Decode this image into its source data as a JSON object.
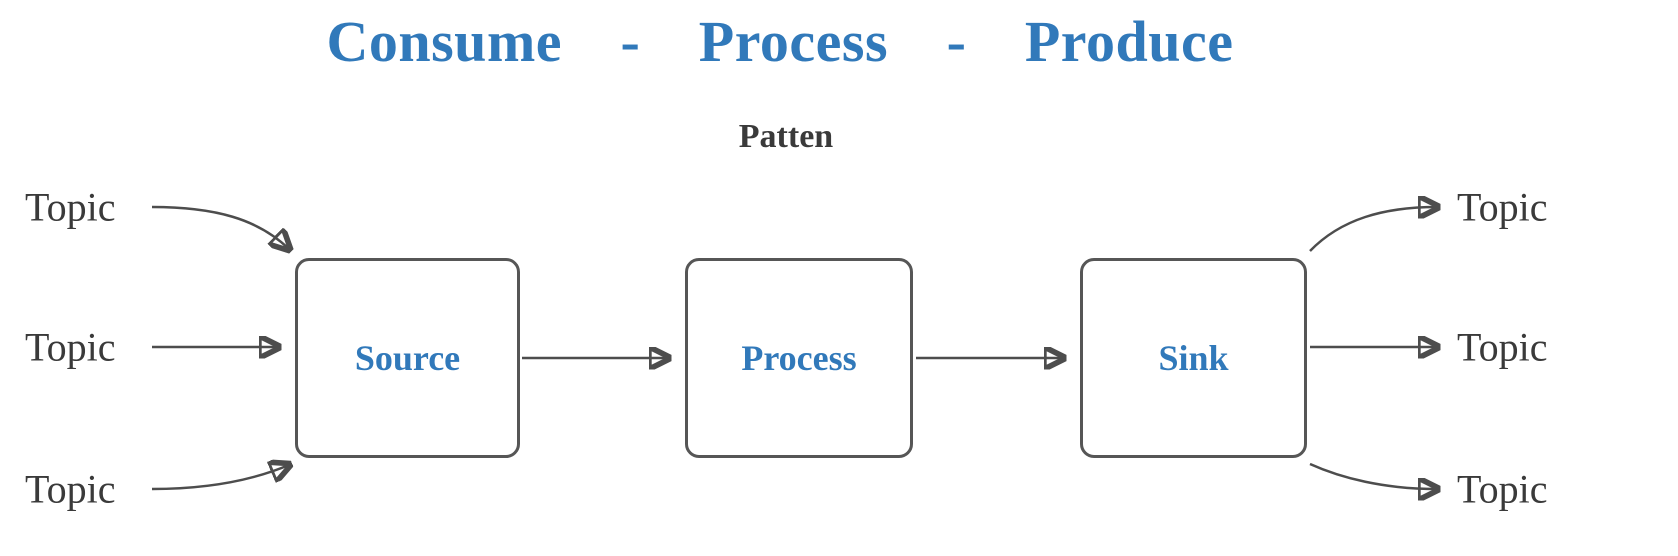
{
  "diagram": {
    "title": "Consume - Process - Produce",
    "subtitle": "Patten",
    "nodes": {
      "source": {
        "label": "Source"
      },
      "process": {
        "label": "Process"
      },
      "sink": {
        "label": "Sink"
      }
    },
    "left_topics": [
      "Topic",
      "Topic",
      "Topic"
    ],
    "right_topics": [
      "Topic",
      "Topic",
      "Topic"
    ],
    "colors": {
      "accent": "#3179ba",
      "stroke": "#4d4d4d",
      "text": "#3a3a3a"
    }
  }
}
